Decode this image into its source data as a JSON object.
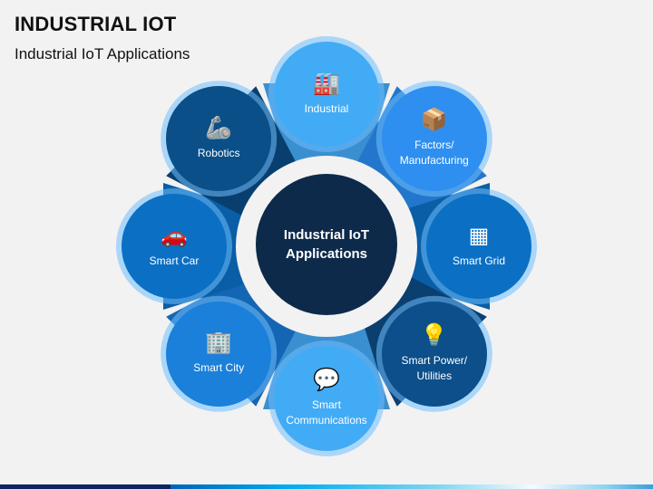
{
  "title": "INDUSTRIAL IOT",
  "subtitle": "Industrial IoT Applications",
  "center": {
    "label_line1": "Industrial IoT",
    "label_line2": "Applications",
    "color": "#0d2a4b"
  },
  "nodes": [
    {
      "label": "Industrial",
      "icon": "factory-icon",
      "glyph": "🏭",
      "color": "#42abf5",
      "wedge": "#3a8fd0",
      "angle": 0
    },
    {
      "label": "Factors/ Manufacturing",
      "icon": "boxes-icon",
      "glyph": "📦",
      "color": "#2f8ff0",
      "wedge": "#2277cc",
      "angle": 45
    },
    {
      "label": "Smart Grid",
      "icon": "grid-icon",
      "glyph": "▦",
      "color": "#0b70c4",
      "wedge": "#0a5ea6",
      "angle": 90
    },
    {
      "label": "Smart Power/ Utilities",
      "icon": "lightbulb-icon",
      "glyph": "💡",
      "color": "#0c4f8a",
      "wedge": "#0a3f70",
      "angle": 135
    },
    {
      "label": "Smart Communications",
      "icon": "chat-icon",
      "glyph": "💬",
      "color": "#42abf5",
      "wedge": "#3a8fd0",
      "angle": 180
    },
    {
      "label": "Smart City",
      "icon": "building-icon",
      "glyph": "🏢",
      "color": "#1a80da",
      "wedge": "#1466b4",
      "angle": 225
    },
    {
      "label": "Smart Car",
      "icon": "car-icon",
      "glyph": "🚗",
      "color": "#0b70c4",
      "wedge": "#0a5ea6",
      "angle": 270
    },
    {
      "label": "Robotics",
      "icon": "robot-arm-icon",
      "glyph": "🦾",
      "color": "#0a4f88",
      "wedge": "#083f6e",
      "angle": 315
    }
  ]
}
